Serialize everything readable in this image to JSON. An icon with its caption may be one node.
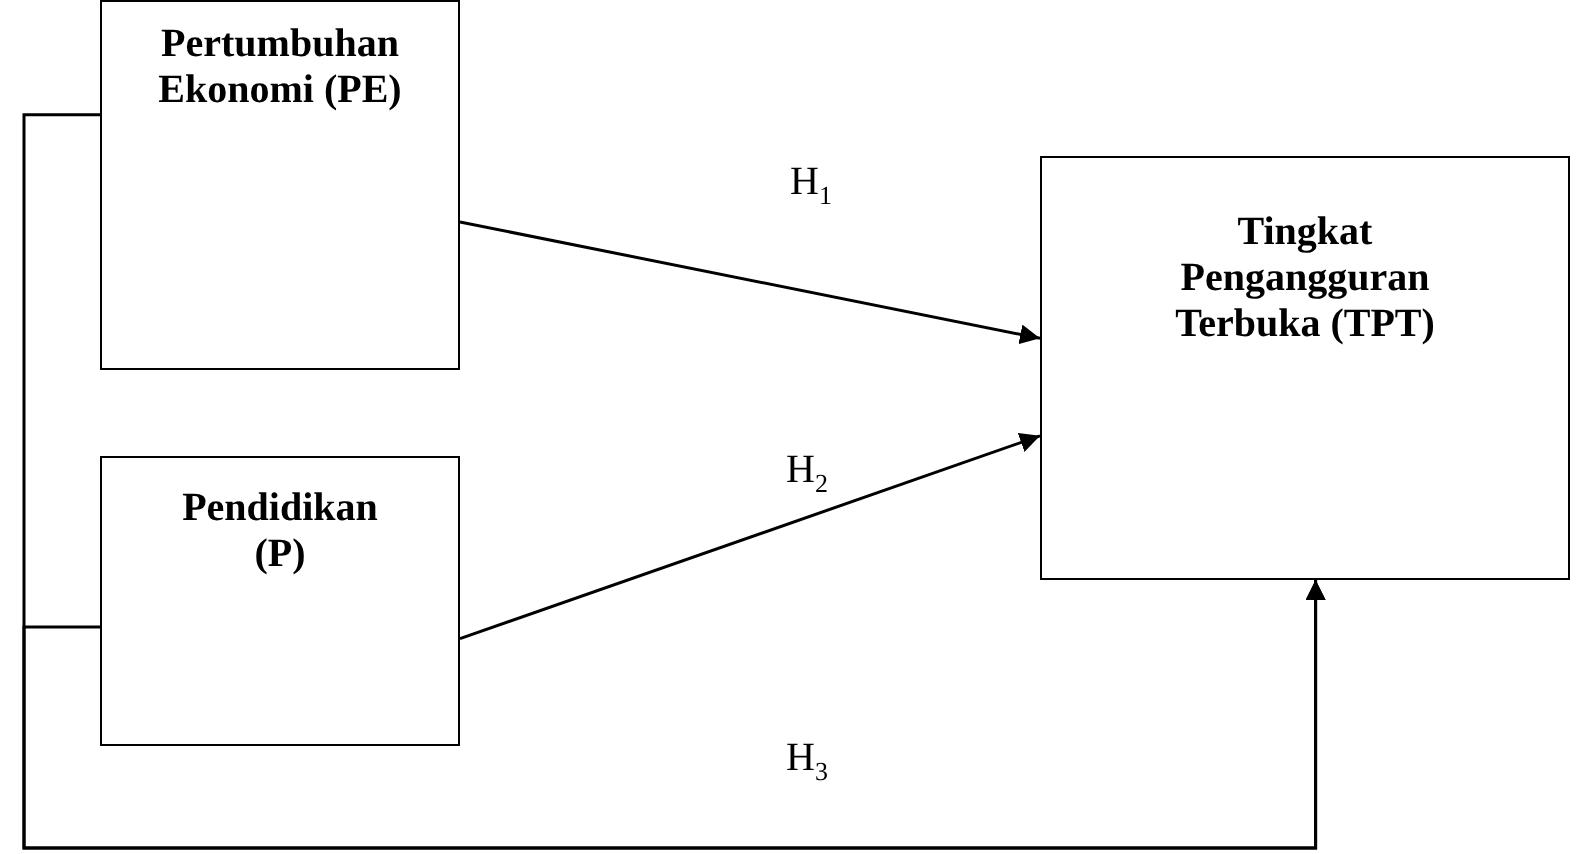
{
  "diagram": {
    "nodes": [
      {
        "text": [
          "Pertumbuhan Ekonomi (PE)"
        ]
      },
      {
        "text": [
          "Pendidikan (P)"
        ]
      },
      {
        "text": [
          "Tingkat Pengangguran Terbuka (TPT)"
        ]
      }
    ],
    "edges": [
      {
        "from": 0,
        "to": 2,
        "arrow": "to",
        "label": "H$_{1}$"
      },
      {
        "from": 1,
        "to": 2,
        "arrow": "to",
        "label": "H$_{2}$"
      },
      {
        "from": 0,
        "to": 2,
        "arrow": "to",
        "label": "H$_{3}$"
      },
      {
        "from": 1,
        "to": 2,
        "arrow": "to"
      }
    ]
  }
}
